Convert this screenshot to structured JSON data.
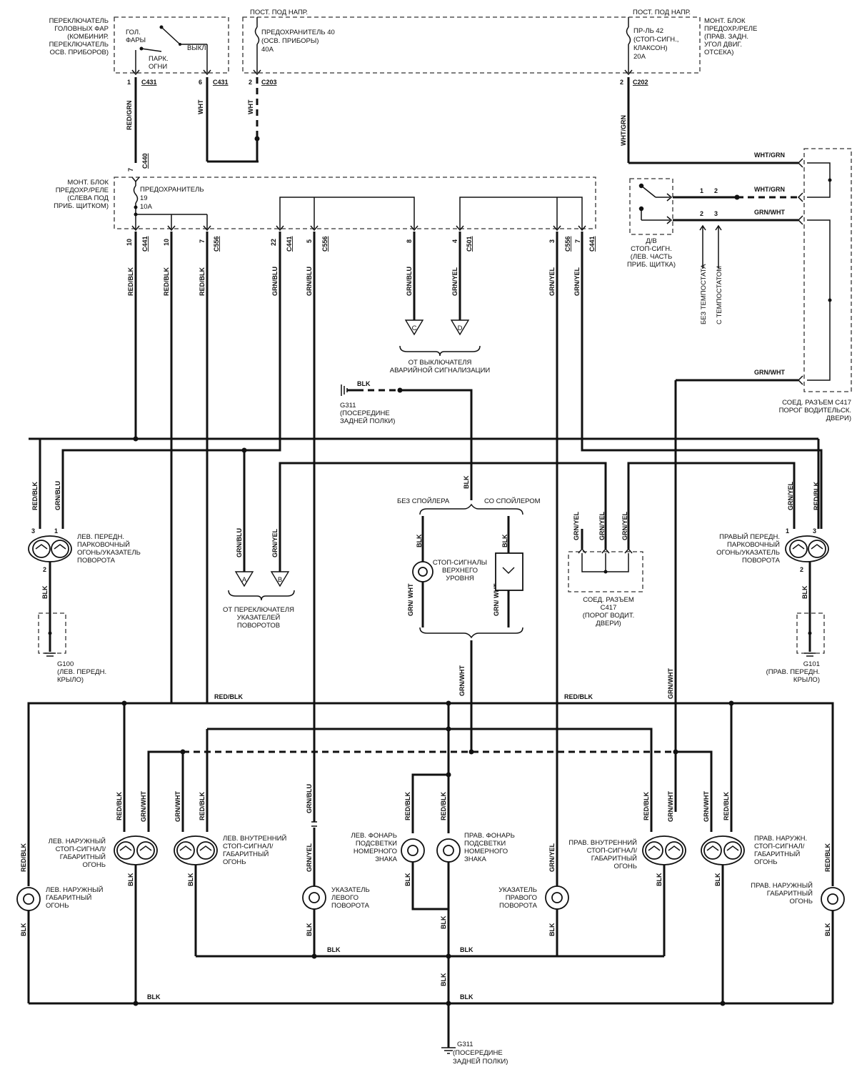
{
  "labels": {
    "headlight_switch": [
      "ПЕРЕКЛЮЧАТЕЛЬ",
      "ГОЛОВНЫХ ФАР",
      "(КОМБИНИР.",
      "ПЕРЕКЛЮЧАТЕЛЬ",
      "ОСВ. ПРИБОРОВ)"
    ],
    "sw_gol": "ГОЛ.",
    "sw_fary": "ФАРЫ",
    "sw_vykl": "ВЫКЛ",
    "sw_park": "ПАРК.",
    "sw_ogni": "ОГНИ",
    "hot_in_run_1": "ПОСТ. ПОД НАПР.",
    "hot_in_run_2": "ПОСТ. ПОД НАПР.",
    "fuse40": [
      "ПРЕДОХРАНИТЕЛЬ 40",
      "(ОСВ. ПРИБОРЫ)",
      "40A"
    ],
    "fuse42": [
      "ПР-ЛЬ 42",
      "(СТОП-СИГН.,",
      "КЛАКСОН)",
      "20A"
    ],
    "fuse_box_right": [
      "МОНТ. БЛОК",
      "ПРЕДОХР./РЕЛЕ",
      "(ПРАВ. ЗАДН.",
      "УГОЛ ДВИГ.",
      "ОТСЕКА)"
    ],
    "fuse_box_left": [
      "МОНТ. БЛОК",
      "ПРЕДОХР./РЕЛЕ",
      "(СЛЕВА ПОД",
      "ПРИБ. ЩИТКОМ)"
    ],
    "fuse19": [
      "ПРЕДОХРАНИТЕЛЬ",
      "19",
      "10A"
    ],
    "brake_switch": [
      "Д/В",
      "СТОП-СИГН.",
      "(ЛЕВ. ЧАСТЬ",
      "ПРИБ. ЩИТКА)"
    ],
    "without_cruise": "БЕЗ ТЕМПОСТАТА",
    "with_cruise": "С ТЕМПОСТАТОМ",
    "hazard": [
      "ОТ ВЫКЛЮЧАТЕЛЯ",
      "АВАРИЙНОЙ СИГНАЛИЗАЦИИ"
    ],
    "g311_top": [
      "G311",
      "(ПОСЕРЕДИНЕ",
      "ЗАДНЕЙ ПОЛКИ)"
    ],
    "c417_right": [
      "СОЕД. РАЗЪЕМ C417",
      "ПОРОГ ВОДИТЕЛЬСК.",
      "ДВЕРИ)"
    ],
    "left_front_lamp": [
      "ЛЕВ. ПЕРЕДН.",
      "ПАРКОВОЧНЫЙ",
      "ОГОНЬ/УКАЗАТЕЛЬ",
      "ПОВОРОТА"
    ],
    "right_front_lamp": [
      "ПРАВЫЙ ПЕРЕДН.",
      "ПАРКОВОЧНЫЙ",
      "ОГОНЬ/УКАЗАТЕЛЬ",
      "ПОВОРОТА"
    ],
    "turn_switch": [
      "ОТ ПЕРЕКЛЮЧАТЕЛЯ",
      "УКАЗАТЕЛЕЙ",
      "ПОВОРОТОВ"
    ],
    "no_spoiler": "БЕЗ СПОЙЛЕРА",
    "with_spoiler": "СО СПОЙЛЕРОМ",
    "high_stop": [
      "СТОП-СИГНАЛЫ",
      "ВЕРХНЕГО",
      "УРОВНЯ"
    ],
    "c417_mid": [
      "СОЕД. РАЗЪЕМ",
      "C417",
      "(ПОРОГ ВОДИТ.",
      "ДВЕРИ)"
    ],
    "g100": [
      "G100",
      "(ЛЕВ. ПЕРЕДН.",
      "КРЫЛО)"
    ],
    "g101": [
      "G101",
      "(ПРАВ. ПЕРЕДН.",
      "КРЫЛО)"
    ],
    "l_outer_stop": [
      "ЛЕВ. НАРУЖНЫЙ",
      "СТОП-СИГНАЛ/",
      "ГАБАРИТНЫЙ",
      "ОГОНЬ"
    ],
    "l_inner_stop": [
      "ЛЕВ. ВНУТРЕННИЙ",
      "СТОП-СИГНАЛ/",
      "ГАБАРИТНЫЙ",
      "ОГОНЬ"
    ],
    "l_plate": [
      "ЛЕВ. ФОНАРЬ",
      "ПОДСВЕТКИ",
      "НОМЕРНОГО",
      "ЗНАКА"
    ],
    "r_plate": [
      "ПРАВ. ФОНАРЬ",
      "ПОДСВЕТКИ",
      "НОМЕРНОГО",
      "ЗНАКА"
    ],
    "r_inner_stop": [
      "ПРАВ. ВНУТРЕННИЙ",
      "СТОП-СИГНАЛ/",
      "ГАБАРИТНЫЙ",
      "ОГОНЬ"
    ],
    "r_outer_stop": [
      "ПРАВ. НАРУЖН.",
      "СТОП-СИГНАЛ/",
      "ГАБАРИТНЫЙ",
      "ОГОНЬ"
    ],
    "l_outer_marker": [
      "ЛЕВ. НАРУЖНЫЙ",
      "ГАБАРИТНЫЙ",
      "ОГОНЬ"
    ],
    "r_outer_marker": [
      "ПРАВ. НАРУЖНЫЙ",
      "ГАБАРИТНЫЙ",
      "ОГОНЬ"
    ],
    "l_turn": [
      "УКАЗАТЕЛЬ",
      "ЛЕВОГО",
      "ПОВОРОТА"
    ],
    "r_turn": [
      "УКАЗАТЕЛЬ",
      "ПРАВОГО",
      "ПОВОРОТА"
    ],
    "g311_bottom": [
      "G311",
      "(ПОСЕРЕДИНЕ",
      "ЗАДНЕЙ ПОЛКИ)"
    ]
  },
  "wire_colors": {
    "red_grn": "RED/GRN",
    "wht": "WHT",
    "wht_grn": "WHT/GRN",
    "grn_wht": "GRN/WHT",
    "red_blk": "RED/BLK",
    "grn_blu": "GRN/BLU",
    "grn_yel": "GRN/YEL",
    "blk": "BLK",
    "grn_wht_slash": "GRN/ WHT"
  },
  "connectors": {
    "c431": "C431",
    "c203": "C203",
    "c202": "C202",
    "c440": "C440",
    "c441": "C441",
    "c556": "C556",
    "c501": "C501"
  },
  "pins": {
    "p1": "1",
    "p2": "2",
    "p3": "3",
    "p4": "4",
    "p5": "5",
    "p6": "6",
    "p7": "7",
    "p8": "8",
    "p10": "10",
    "p22": "22"
  },
  "markers": {
    "a": "A",
    "b": "B",
    "c": "C",
    "d": "D"
  }
}
